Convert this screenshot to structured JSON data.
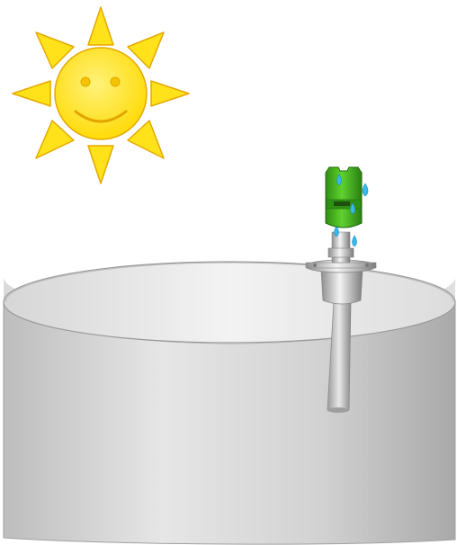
{
  "scene": {
    "sun": {
      "expression": "smiling",
      "ray_count": 8,
      "color": "#ffe600",
      "outline": "#f2b705"
    },
    "tank": {
      "body_color": "#c8c8c8",
      "rim_color": "#ececec",
      "outline": "#9a9a9a"
    },
    "radar_level_sensor": {
      "housing_color": "#3cb01c",
      "antenna": "horn",
      "raindrops": 5,
      "raindrop_color": "#35b6e8"
    }
  }
}
